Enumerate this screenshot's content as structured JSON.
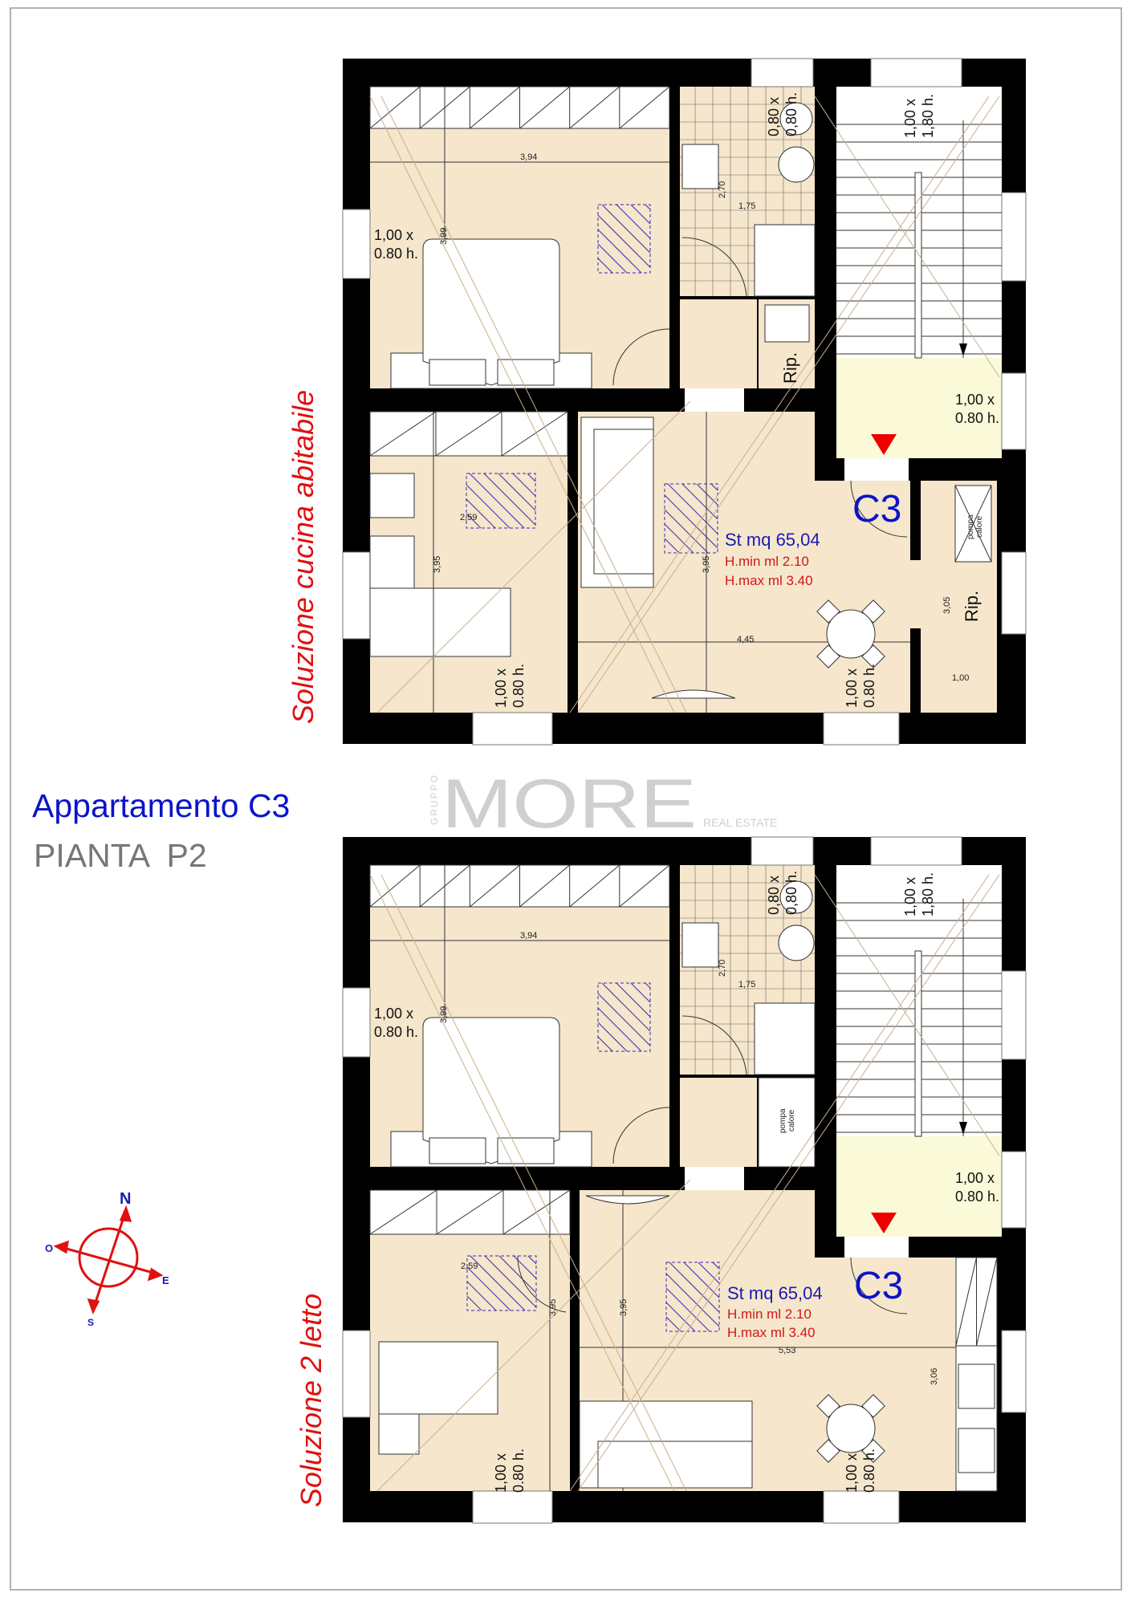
{
  "title": {
    "apartment": "Appartamento C3",
    "floor": "PIANTA  P2"
  },
  "logo": {
    "group": "GRUPPO",
    "brand": "MORE",
    "sub": "REAL ESTATE"
  },
  "compass": {
    "n": "N",
    "o": "O",
    "e": "E",
    "s": "S"
  },
  "colors": {
    "floor": "#f5e6cc",
    "landing": "#fafad8",
    "wall": "#000000",
    "unit": "#0a14c8",
    "red": "#e01010",
    "hatch": "#3a2ab4",
    "guide": "#c8b08c",
    "logo": "#cfcfcf"
  },
  "plans": [
    {
      "solution": "Soluzione cucina abitabile",
      "unit": "C3",
      "area": "St mq 65,04",
      "hmin": "H.min ml 2.10",
      "hmax": "H.max ml 3.40",
      "bedroom": {
        "width": "3,94",
        "depth": "3,99",
        "win1": "1,00 x",
        "win2": "0.80 h."
      },
      "bath": {
        "win1": "0,80 x",
        "win2": "0,80 h.",
        "d1": "2,70",
        "d2": "1,75"
      },
      "stair": {
        "win1": "1,00 x",
        "win2": "1,80 h.",
        "land1": "1,00 x",
        "land2": "0.80 h."
      },
      "small_room": "Rip.",
      "kitchen": {
        "d1": "2,59",
        "d2": "3,95",
        "win1": "1,00 x",
        "win2": "0.80 h."
      },
      "living": {
        "d1": "3,95",
        "d2": "4,45",
        "win1": "1,00 x",
        "win2": "0.80 h."
      },
      "storage": {
        "label": "Rip.",
        "pompa1": "pompa",
        "pompa2": "calore",
        "d1": "3,05",
        "d2": "1,00"
      }
    },
    {
      "solution": "Soluzione 2 letto",
      "unit": "C3",
      "area": "St mq 65,04",
      "hmin": "H.min ml 2.10",
      "hmax": "H.max ml 3.40",
      "bedroom": {
        "width": "3,94",
        "depth": "3,99",
        "win1": "1,00 x",
        "win2": "0.80 h."
      },
      "bath": {
        "win1": "0,80 x",
        "win2": "0,80 h.",
        "d1": "2,70",
        "d2": "1,75"
      },
      "stair": {
        "win1": "1,00 x",
        "win2": "1,80 h.",
        "land1": "1,00 x",
        "land2": "0.80 h."
      },
      "small_room": {
        "pompa1": "pompa",
        "pompa2": "calore"
      },
      "bedroom2": {
        "d1": "2,59",
        "d2": "3,95",
        "win1": "1,00 x",
        "win2": "0.80 h."
      },
      "living": {
        "d1": "3,95",
        "d2": "5,53",
        "d3": "3,06",
        "win1": "1,00 x",
        "win2": "0.80 h."
      }
    }
  ]
}
